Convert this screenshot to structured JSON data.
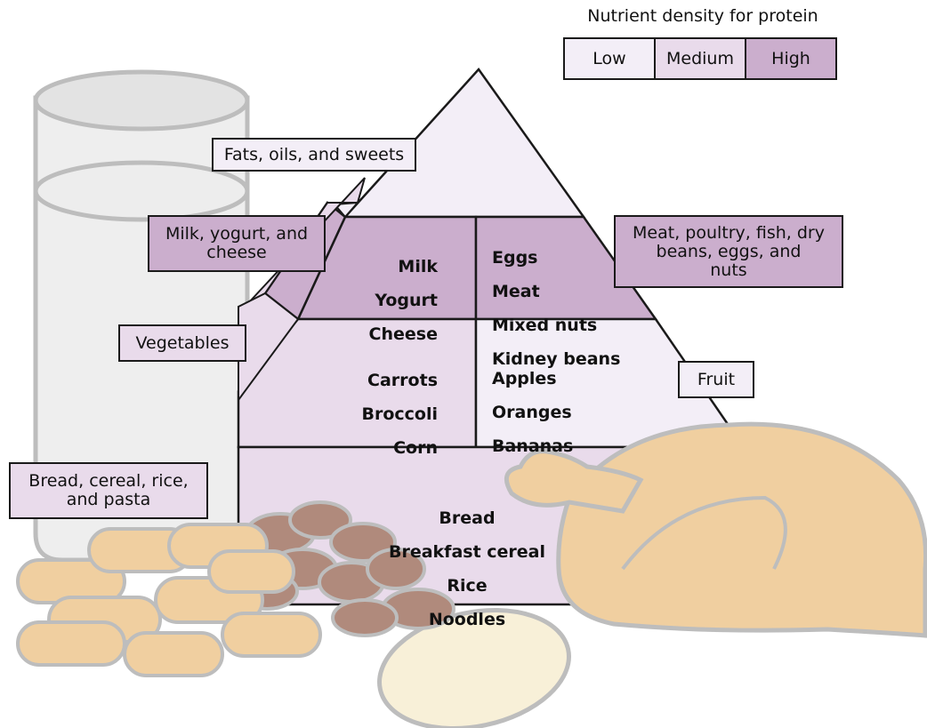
{
  "legend": {
    "title": "Nutrient density for protein",
    "low": "Low",
    "medium": "Medium",
    "high": "High",
    "colors": {
      "low": "#f3eef7",
      "medium": "#e9dbeb",
      "high": "#cbaecd"
    }
  },
  "groups": {
    "fats": "Fats, oils, and sweets",
    "milk": "Milk, yogurt, and\ncheese",
    "meat": "Meat, poultry, fish, dry\nbeans, eggs, and\nnuts",
    "vegetables": "Vegetables",
    "fruit": "Fruit",
    "bread": "Bread, cereal, rice,\nand pasta"
  },
  "foods": {
    "milk": [
      "Milk",
      "Yogurt",
      "Cheese"
    ],
    "meat": [
      "Eggs",
      "Meat",
      "Mixed nuts",
      "Kidney beans"
    ],
    "vegetables": [
      "Carrots",
      "Broccoli",
      "Corn"
    ],
    "fruit": [
      "Apples",
      "Oranges",
      "Bananas"
    ],
    "bread": [
      "Bread",
      "Breakfast cereal",
      "Rice",
      "Noodles"
    ]
  }
}
